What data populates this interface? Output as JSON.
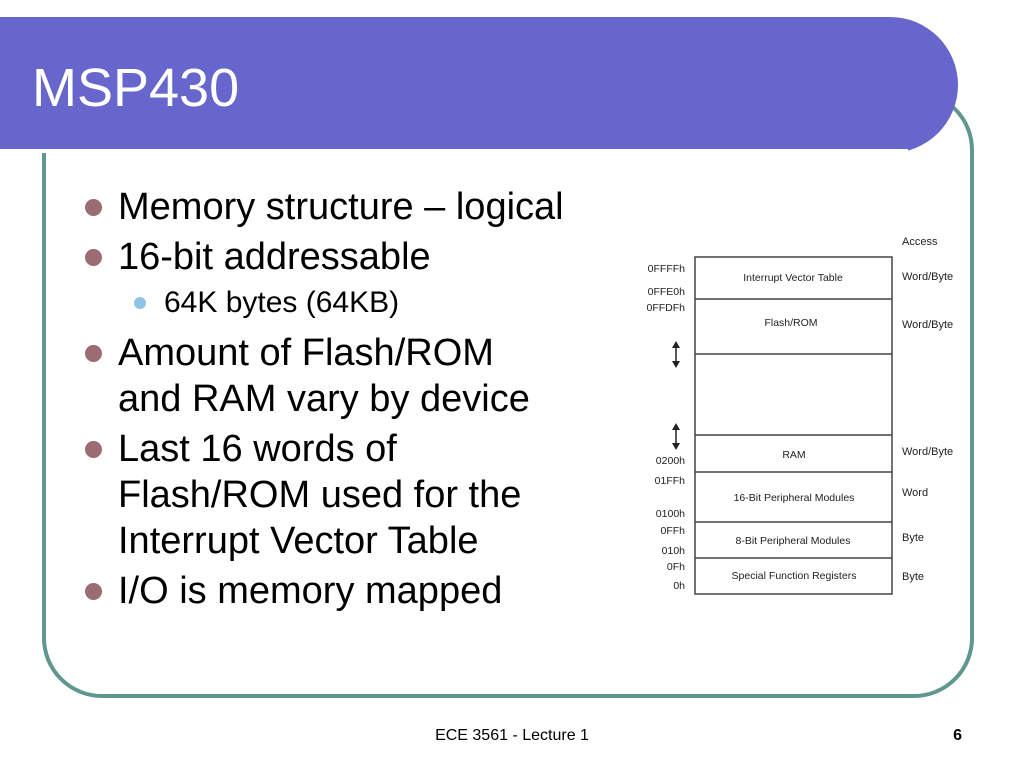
{
  "slide": {
    "title": "MSP430",
    "bullets": [
      {
        "text": "Memory structure – logical"
      },
      {
        "text": "16-bit addressable",
        "sub": "64K bytes (64KB)"
      },
      {
        "text_lines": [
          "Amount of Flash/ROM",
          "and RAM vary by device"
        ]
      },
      {
        "text_lines": [
          "Last 16 words of",
          "Flash/ROM used for the",
          "Interrupt Vector Table"
        ]
      },
      {
        "text": "I/O is memory mapped"
      }
    ]
  },
  "memory_map": {
    "access_header": "Access",
    "blocks": [
      {
        "label": "Interrupt Vector Table",
        "access": "Word/Byte"
      },
      {
        "label": "Flash/ROM",
        "access": "Word/Byte"
      },
      {
        "label": "",
        "access": ""
      },
      {
        "label": "RAM",
        "access": "Word/Byte"
      },
      {
        "label": "16-Bit Peripheral Modules",
        "access": "Word"
      },
      {
        "label": "8-Bit Peripheral Modules",
        "access": "Byte"
      },
      {
        "label": "Special Function Registers",
        "access": "Byte"
      }
    ],
    "addresses": [
      "0FFFFh",
      "0FFE0h",
      "0FFDFh",
      "0200h",
      "01FFh",
      "0100h",
      "0FFh",
      "010h",
      "0Fh",
      "0h"
    ]
  },
  "footer": {
    "course": "ECE 3561 - Lecture 1",
    "page": "6"
  }
}
